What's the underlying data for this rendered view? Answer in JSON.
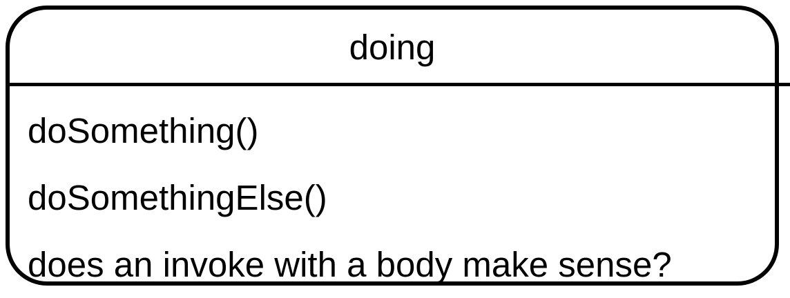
{
  "state": {
    "name": "doing",
    "lines": [
      "doSomething()",
      "doSomethingElse()",
      "does an invoke with a body make sense?"
    ]
  }
}
